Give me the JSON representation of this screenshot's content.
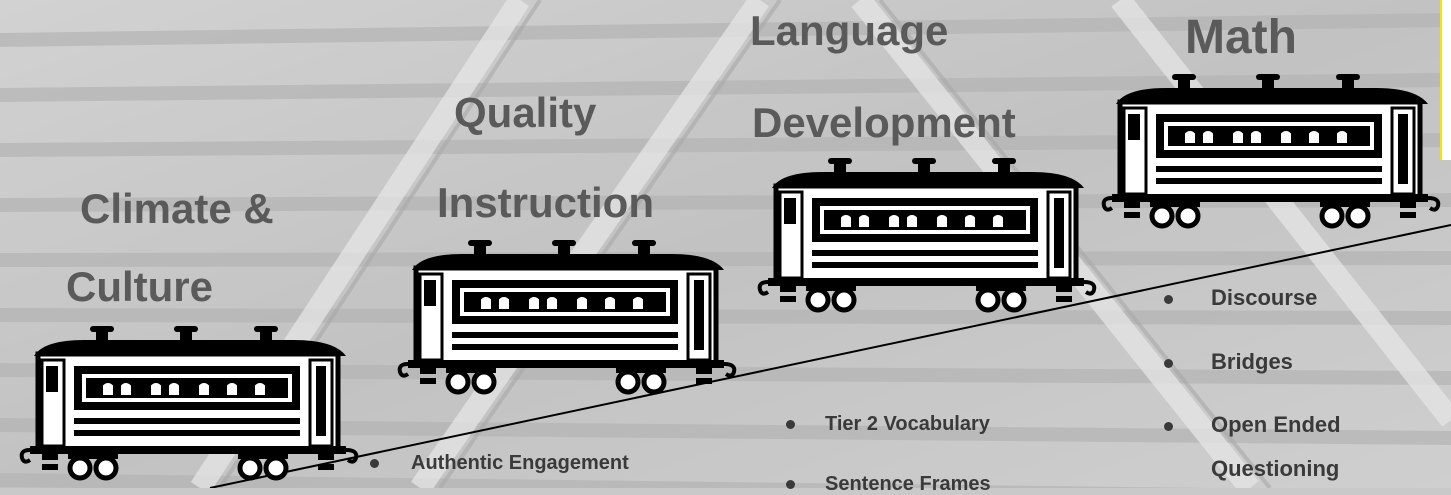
{
  "headings": {
    "climate_line1": "Climate &",
    "climate_line2": "Culture",
    "quality_line1": "Quality",
    "quality_line2": "Instruction",
    "language_line1": "Language",
    "language_line2": "Development",
    "math": "Math"
  },
  "bullets": {
    "climate": [
      "Authentic Engagement"
    ],
    "language": [
      "Tier 2 Vocabulary",
      "Sentence Frames"
    ],
    "math": [
      "Discourse",
      "Bridges",
      "Open Ended",
      "Questioning"
    ]
  },
  "colors": {
    "heading_text": "#5a5a5a",
    "bullet_text": "#3a3a3a",
    "train_car": "#000000",
    "accent_bar": "#f4e400"
  },
  "icons": {
    "train_car": "train-car-icon",
    "bullet": "bullet-dot-icon"
  }
}
